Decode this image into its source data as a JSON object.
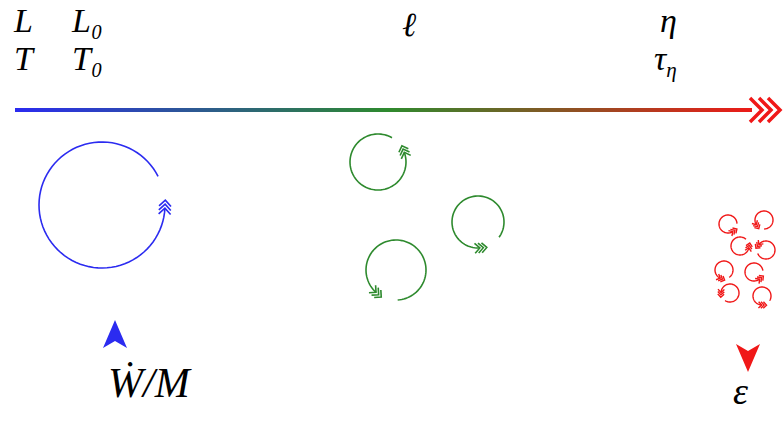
{
  "diagram": {
    "labels": [
      "L",
      "L₀",
      "T",
      "T₀",
      "ℓ",
      "η",
      "τη",
      "Ẇ/M",
      "ε"
    ]
  }
}
